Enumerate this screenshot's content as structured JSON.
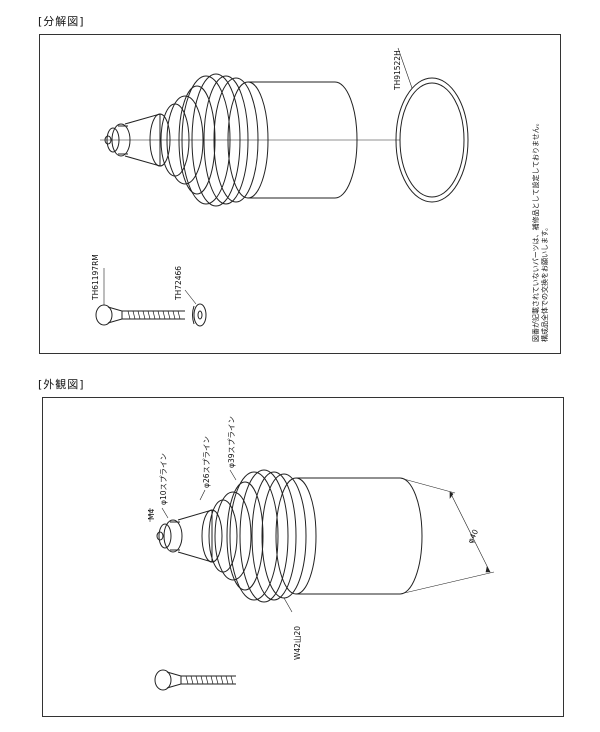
{
  "sections": {
    "exploded_title": "[分解図]",
    "external_title": "[外観図]"
  },
  "exploded": {
    "labels": {
      "oring": "TH91522H",
      "screw": "TH61197RM",
      "washer": "TH72466"
    },
    "note_line1": "図番が記載されていないパーツは、補修品として設定しておりません。",
    "note_line2": "構成品全体での交換をお願いします。"
  },
  "external": {
    "labels": {
      "thread_m4": "M4",
      "spline_10": "φ10スプライン",
      "spline_26": "φ26スプライン",
      "spline_39": "φ39スプライン",
      "thread_w42": "W42山20",
      "diameter": "φ40"
    }
  }
}
